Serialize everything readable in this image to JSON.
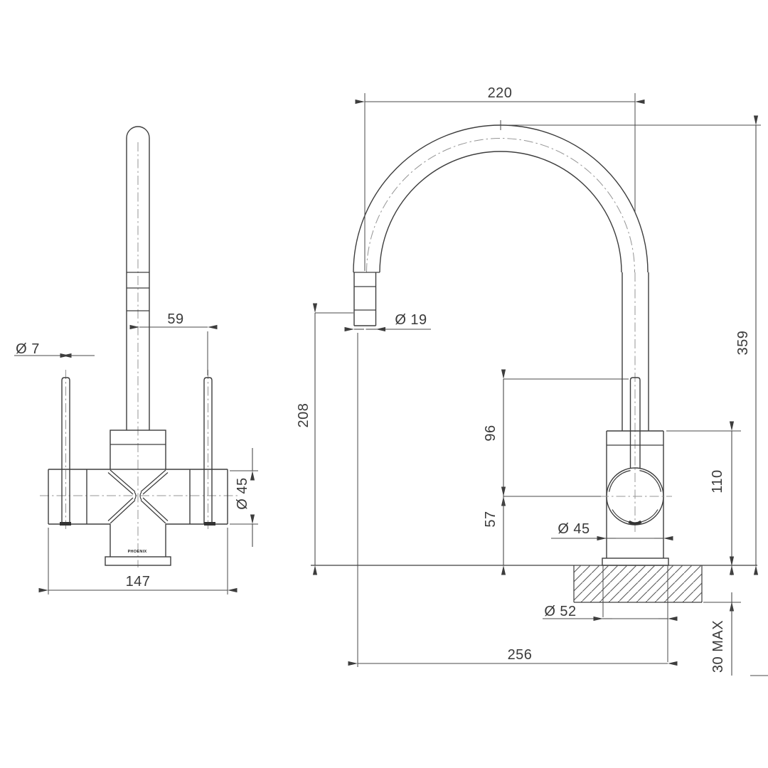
{
  "drawing": {
    "brand": "PHOENIX",
    "front_view": {
      "dim_handle_dia": "Ø 7",
      "dim_handle_offset": "59",
      "dim_body_dia": "Ø 45",
      "dim_overall_width": "147"
    },
    "side_view": {
      "dim_spout_reach": "220",
      "dim_outlet_dia": "Ø 19",
      "dim_outlet_height": "208",
      "dim_lever_height": "96",
      "dim_centre_height": "57",
      "dim_body_dia": "Ø 45",
      "dim_hole_dia": "Ø 52",
      "dim_body_height": "110",
      "dim_overall_height": "359",
      "dim_bench_thickness": "30 MAX",
      "dim_overall_depth": "256"
    }
  }
}
